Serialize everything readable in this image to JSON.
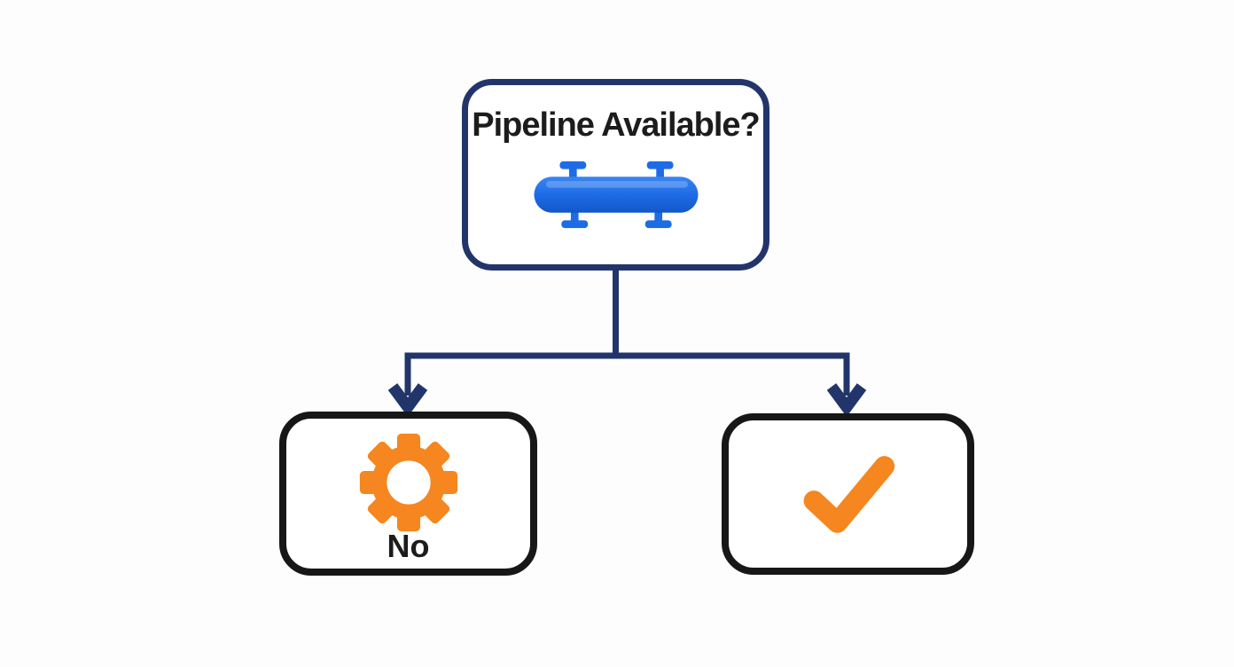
{
  "diagram": {
    "type": "flowchart",
    "background": "#fdfdfd",
    "colors": {
      "background": "#fdfdfd",
      "connector": "#22356B",
      "decision_border": "#22356B",
      "outcome_border": "#171717",
      "pipeline_blue": "#1E6BE6",
      "pipeline_blue_light": "#3A85F2",
      "pipeline_blue_dark": "#1158C9",
      "accent_orange": "#F6861F",
      "text": "#1C1C1C"
    },
    "decision_node": {
      "label": "Pipeline Available?",
      "icon": "pipeline-icon"
    },
    "branches": [
      {
        "id": "no",
        "label": "No",
        "icon": "gear-icon"
      },
      {
        "id": "yes",
        "label": "",
        "icon": "checkmark-icon"
      }
    ],
    "connector_icons": [
      "arrow-down-icon",
      "arrow-down-icon"
    ]
  }
}
